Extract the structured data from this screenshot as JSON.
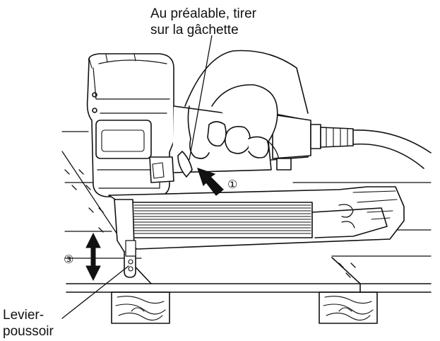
{
  "labels": {
    "trigger_line1": "Au préalable, tirer",
    "trigger_line2": "sur la gâchette",
    "lever_line1": "Levier-",
    "lever_line2": "poussoir"
  },
  "steps": {
    "step1": "①",
    "step3": "③"
  },
  "colors": {
    "ink": "#111111",
    "background": "#ffffff"
  }
}
